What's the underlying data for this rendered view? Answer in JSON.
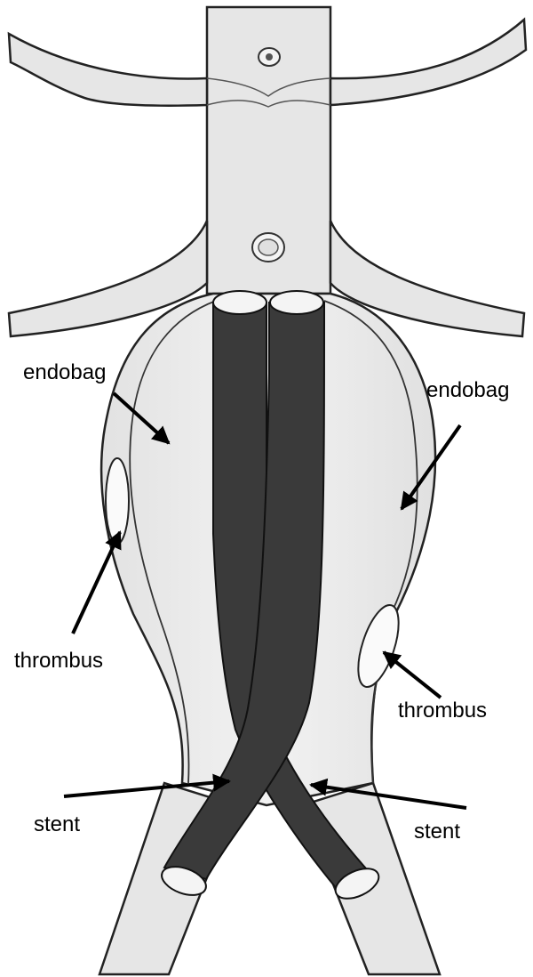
{
  "labels": {
    "endobag_left": "endobag",
    "endobag_right": "endobag",
    "thrombus_left": "thrombus",
    "thrombus_right": "thrombus",
    "stent_left": "stent",
    "stent_right": "stent"
  },
  "colors": {
    "vessel_fill": "#e6e6e6",
    "sac_fill": "#ebebeb",
    "stent_fill": "#3a3a3a",
    "outline": "#111111",
    "arrow": "#000000",
    "text": "#000000"
  }
}
